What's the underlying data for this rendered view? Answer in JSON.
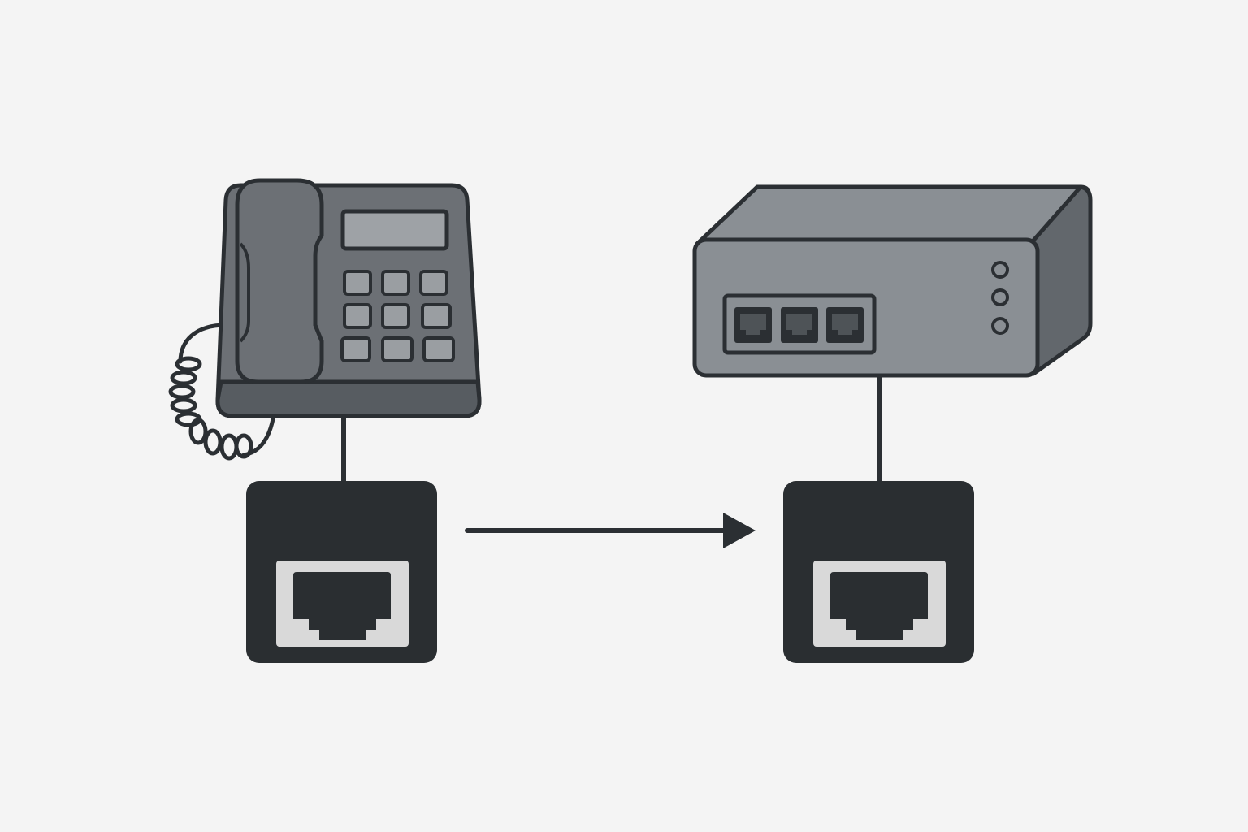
{
  "diagram": {
    "nodes": [
      {
        "id": "telephone",
        "icon": "desk-telephone-icon"
      },
      {
        "id": "network-switch",
        "icon": "network-switch-icon"
      },
      {
        "id": "wall-jack-left",
        "icon": "ethernet-wall-jack-icon"
      },
      {
        "id": "wall-jack-right",
        "icon": "ethernet-wall-jack-icon"
      }
    ],
    "edges": [
      {
        "from": "telephone",
        "to": "wall-jack-left",
        "style": "line"
      },
      {
        "from": "wall-jack-left",
        "to": "wall-jack-right",
        "style": "arrow"
      },
      {
        "from": "network-switch",
        "to": "wall-jack-right",
        "style": "line"
      }
    ],
    "switch": {
      "port_count": 3,
      "indicator_lights": 3
    },
    "telephone": {
      "keypad_keys": 9
    }
  },
  "colors": {
    "background": "#f4f4f4",
    "outline": "#2b2f33",
    "device_body": "#6c7075",
    "device_dark": "#575c61",
    "device_light": "#8a8f94",
    "screen": "#9ea2a6",
    "key": "#9a9ea2",
    "jack_dark": "#2a2e31",
    "jack_plate": "#d9d9d9",
    "port_dark": "#4e5357"
  }
}
